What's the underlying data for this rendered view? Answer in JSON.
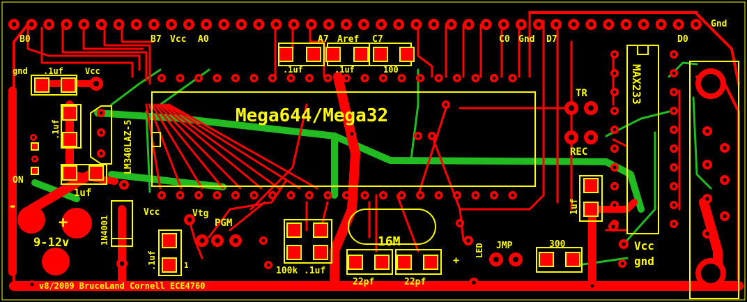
{
  "colors": {
    "background": "#000000",
    "copper_top": "#ff0000",
    "copper_bottom": "#22bb22",
    "silkscreen": "#ffff00"
  },
  "labels": {
    "top_row": {
      "b0": "B0",
      "b7": "B7",
      "vcc": "Vcc",
      "a0": "A0",
      "a7": "A7",
      "aref": "Aref",
      "c7": "C7",
      "c0": "C0",
      "gnd": "Gnd",
      "d7": "D7",
      "d0": "D0",
      "gnd_corner": "Gnd"
    },
    "chip": "Mega644/Mega32",
    "regulator": "LM340LAZ-5",
    "max_chip": "MAX233",
    "tr": "TR",
    "rec": "REC",
    "gnd_left": "gnd",
    "cap_top_left": ".1uf",
    "vcc_top_left": "Vcc",
    "cap_vertical": ".1uf",
    "on": "ON",
    "cap_1uf": "1uf",
    "minus": "-",
    "plus": "+",
    "voltage": "9-12v",
    "diode": "1N4001",
    "vcc_mid": "Vcc",
    "vtg": "Vtg",
    "pgm": "PGM",
    "cap_bottom_left": ".1uf",
    "one": "1",
    "r100k": "100k",
    "cap_100k": ".1uf",
    "xtal": "16M",
    "pf_left": "22pf",
    "pf_right": "22pf",
    "cap_a": ".1uf",
    "cap_b": ".1uf",
    "r100": "100",
    "led_plus": "+",
    "led": "LED",
    "jmp": "JMP",
    "r300": "300",
    "cap_right_1uf": "1uf",
    "vcc_right": "Vcc",
    "gnd_right": "gnd",
    "footer": "v8/2009  BruceLand Cornell ECE4760"
  }
}
